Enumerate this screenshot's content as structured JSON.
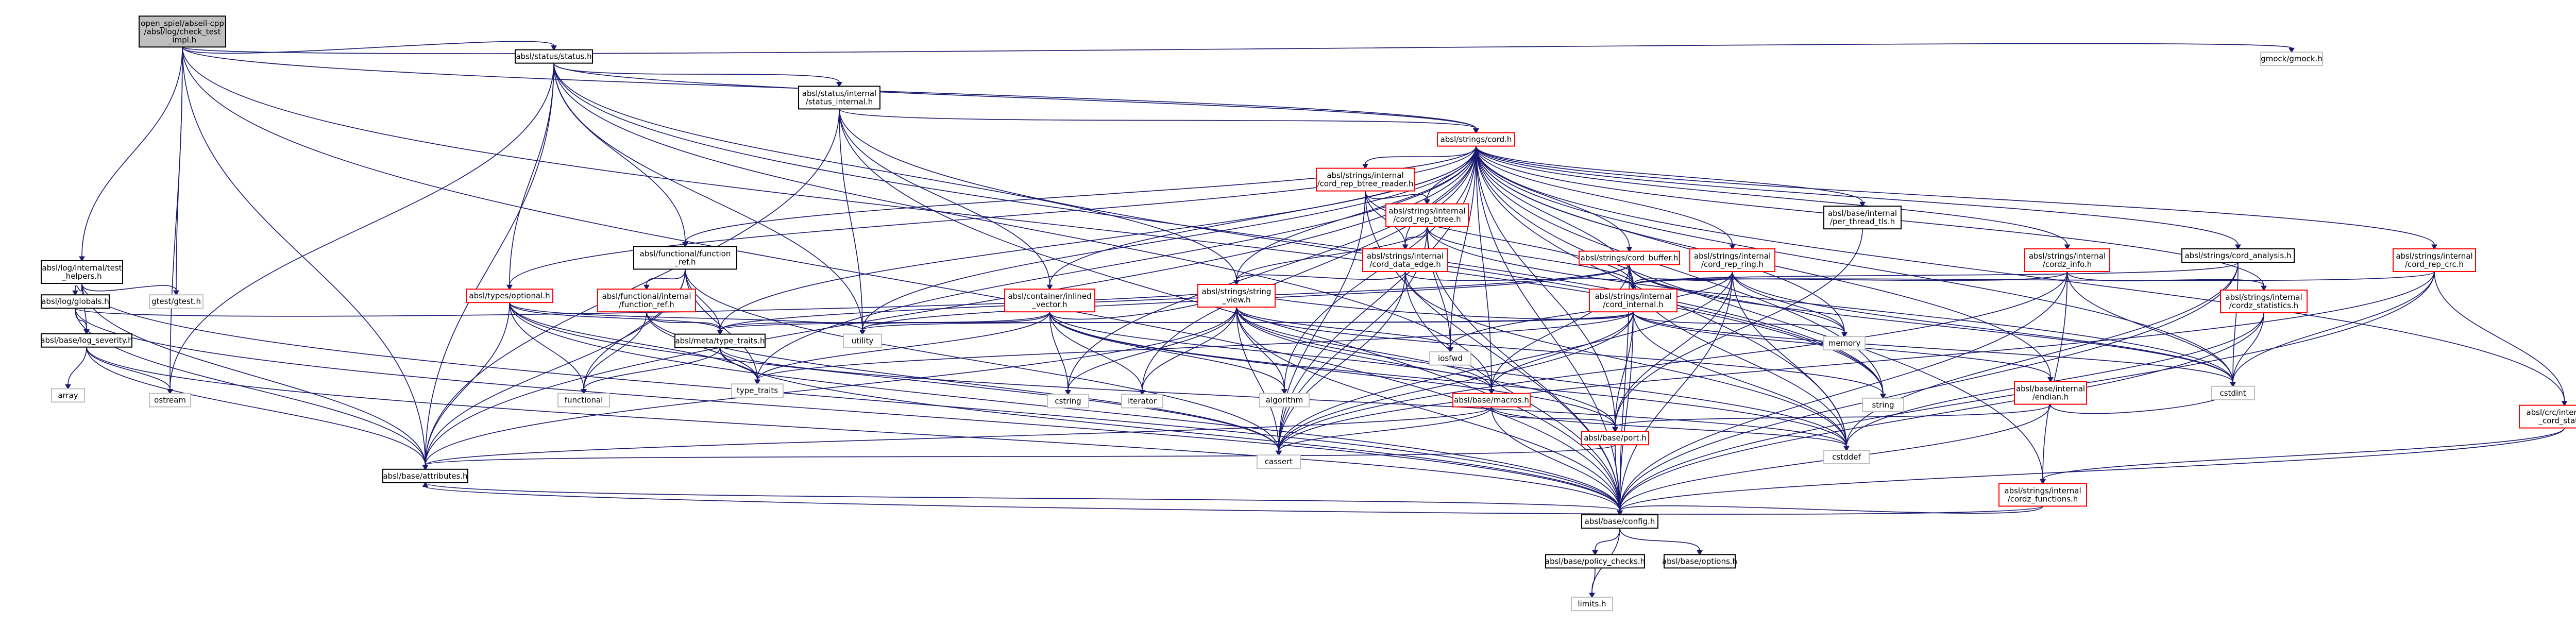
{
  "colors": {
    "edge": "#191970",
    "root_fill": "#bfbfbf",
    "red_border": "#ff0000",
    "black_border": "#000000",
    "external_border": "#bfbfbf"
  },
  "nodes": [
    {
      "id": "root",
      "lines": [
        "open_spiel/abseil-cpp",
        "/absl/log/check_test",
        "_impl.h"
      ],
      "style": "gray"
    },
    {
      "id": "log_internal_test_helpers",
      "lines": [
        "absl/log/internal/test",
        "_helpers.h"
      ],
      "style": "black"
    },
    {
      "id": "log_globals",
      "lines": [
        "absl/log/globals.h"
      ],
      "style": "black"
    },
    {
      "id": "log_severity",
      "lines": [
        "absl/base/log_severity.h"
      ],
      "style": "black"
    },
    {
      "id": "gtest",
      "lines": [
        "gtest/gtest.h"
      ],
      "style": "ext"
    },
    {
      "id": "gmock",
      "lines": [
        "gmock/gmock.h"
      ],
      "style": "ext"
    },
    {
      "id": "status",
      "lines": [
        "absl/status/status.h"
      ],
      "style": "black"
    },
    {
      "id": "status_internal",
      "lines": [
        "absl/status/internal",
        "/status_internal.h"
      ],
      "style": "black"
    },
    {
      "id": "cord",
      "lines": [
        "absl/strings/cord.h"
      ],
      "style": "red"
    },
    {
      "id": "cord_rep_btree_reader",
      "lines": [
        "absl/strings/internal",
        "/cord_rep_btree_reader.h"
      ],
      "style": "red"
    },
    {
      "id": "cord_rep_btree",
      "lines": [
        "absl/strings/internal",
        "/cord_rep_btree.h"
      ],
      "style": "red"
    },
    {
      "id": "cord_data_edge",
      "lines": [
        "absl/strings/internal",
        "/cord_data_edge.h"
      ],
      "style": "red"
    },
    {
      "id": "function_ref",
      "lines": [
        "absl/functional/function",
        "_ref.h"
      ],
      "style": "black"
    },
    {
      "id": "function_ref_internal",
      "lines": [
        "absl/functional/internal",
        "/function_ref.h"
      ],
      "style": "red"
    },
    {
      "id": "optional",
      "lines": [
        "absl/types/optional.h"
      ],
      "style": "red"
    },
    {
      "id": "inlined_vector",
      "lines": [
        "absl/container/inlined",
        "_vector.h"
      ],
      "style": "red"
    },
    {
      "id": "type_traits_meta",
      "lines": [
        "absl/meta/type_traits.h"
      ],
      "style": "black"
    },
    {
      "id": "string_view",
      "lines": [
        "absl/strings/string",
        "_view.h"
      ],
      "style": "red"
    },
    {
      "id": "macros",
      "lines": [
        "absl/base/macros.h"
      ],
      "style": "red"
    },
    {
      "id": "port",
      "lines": [
        "absl/base/port.h"
      ],
      "style": "red"
    },
    {
      "id": "attributes",
      "lines": [
        "absl/base/attributes.h"
      ],
      "style": "black"
    },
    {
      "id": "config",
      "lines": [
        "absl/base/config.h"
      ],
      "style": "black"
    },
    {
      "id": "policy_checks",
      "lines": [
        "absl/base/policy_checks.h"
      ],
      "style": "black"
    },
    {
      "id": "options",
      "lines": [
        "absl/base/options.h"
      ],
      "style": "black"
    },
    {
      "id": "limits",
      "lines": [
        "limits.h"
      ],
      "style": "ext"
    },
    {
      "id": "cord_buffer",
      "lines": [
        "absl/strings/cord_buffer.h"
      ],
      "style": "red"
    },
    {
      "id": "cord_rep_ring",
      "lines": [
        "absl/strings/internal",
        "/cord_rep_ring.h"
      ],
      "style": "red"
    },
    {
      "id": "cord_internal",
      "lines": [
        "absl/strings/internal",
        "/cord_internal.h"
      ],
      "style": "red"
    },
    {
      "id": "per_thread_tls",
      "lines": [
        "absl/base/internal",
        "/per_thread_tls.h"
      ],
      "style": "black"
    },
    {
      "id": "cordz_info",
      "lines": [
        "absl/strings/internal",
        "/cordz_info.h"
      ],
      "style": "red"
    },
    {
      "id": "cord_analysis",
      "lines": [
        "absl/strings/cord_analysis.h"
      ],
      "style": "black"
    },
    {
      "id": "cord_rep_crc",
      "lines": [
        "absl/strings/internal",
        "/cord_rep_crc.h"
      ],
      "style": "red"
    },
    {
      "id": "cordz_statistics",
      "lines": [
        "absl/strings/internal",
        "/cordz_statistics.h"
      ],
      "style": "red"
    },
    {
      "id": "crc_cord_state",
      "lines": [
        "absl/crc/internal/crc",
        "_cord_state.h"
      ],
      "style": "red"
    },
    {
      "id": "endian",
      "lines": [
        "absl/base/internal",
        "/endian.h"
      ],
      "style": "red"
    },
    {
      "id": "cordz_functions",
      "lines": [
        "absl/strings/internal",
        "/cordz_functions.h"
      ],
      "style": "red"
    },
    {
      "id": "array",
      "lines": [
        "array"
      ],
      "style": "ext"
    },
    {
      "id": "ostream",
      "lines": [
        "ostream"
      ],
      "style": "ext"
    },
    {
      "id": "utility",
      "lines": [
        "utility"
      ],
      "style": "ext"
    },
    {
      "id": "functional",
      "lines": [
        "functional"
      ],
      "style": "ext"
    },
    {
      "id": "type_traits",
      "lines": [
        "type_traits"
      ],
      "style": "ext"
    },
    {
      "id": "cstring",
      "lines": [
        "cstring"
      ],
      "style": "ext"
    },
    {
      "id": "iterator",
      "lines": [
        "iterator"
      ],
      "style": "ext"
    },
    {
      "id": "algorithm",
      "lines": [
        "algorithm"
      ],
      "style": "ext"
    },
    {
      "id": "cassert",
      "lines": [
        "cassert"
      ],
      "style": "ext"
    },
    {
      "id": "memory",
      "lines": [
        "memory"
      ],
      "style": "ext"
    },
    {
      "id": "iosfwd",
      "lines": [
        "iosfwd"
      ],
      "style": "ext"
    },
    {
      "id": "string",
      "lines": [
        "string"
      ],
      "style": "ext"
    },
    {
      "id": "cstddef",
      "lines": [
        "cstddef"
      ],
      "style": "ext"
    },
    {
      "id": "cstdint",
      "lines": [
        "cstdint"
      ],
      "style": "ext"
    }
  ],
  "edges": [
    [
      "root",
      "log_internal_test_helpers"
    ],
    [
      "root",
      "gtest"
    ],
    [
      "root",
      "gmock"
    ],
    [
      "root",
      "status"
    ],
    [
      "root",
      "attributes"
    ],
    [
      "root",
      "config"
    ],
    [
      "root",
      "ostream"
    ],
    [
      "root",
      "string"
    ],
    [
      "root",
      "cord"
    ],
    [
      "log_internal_test_helpers",
      "log_globals"
    ],
    [
      "log_internal_test_helpers",
      "log_severity"
    ],
    [
      "log_internal_test_helpers",
      "gtest"
    ],
    [
      "log_internal_test_helpers",
      "attributes"
    ],
    [
      "log_internal_test_helpers",
      "config"
    ],
    [
      "log_globals",
      "log_severity"
    ],
    [
      "log_globals",
      "attributes"
    ],
    [
      "log_globals",
      "string_view"
    ],
    [
      "log_globals",
      "config"
    ],
    [
      "log_severity",
      "array"
    ],
    [
      "log_severity",
      "ostream"
    ],
    [
      "log_severity",
      "attributes"
    ],
    [
      "log_severity",
      "config"
    ],
    [
      "status",
      "status_internal"
    ],
    [
      "status",
      "cord"
    ],
    [
      "status",
      "function_ref"
    ],
    [
      "status",
      "optional"
    ],
    [
      "status",
      "string_view"
    ],
    [
      "status",
      "ostream"
    ],
    [
      "status",
      "utility"
    ],
    [
      "status",
      "string"
    ],
    [
      "status",
      "macros"
    ],
    [
      "status",
      "attributes"
    ],
    [
      "status_internal",
      "cord"
    ],
    [
      "status_internal",
      "inlined_vector"
    ],
    [
      "status_internal",
      "utility"
    ],
    [
      "status_internal",
      "string"
    ],
    [
      "status_internal",
      "attributes"
    ],
    [
      "status_internal",
      "config"
    ],
    [
      "cord",
      "cord_rep_btree_reader"
    ],
    [
      "cord",
      "cord_rep_btree"
    ],
    [
      "cord",
      "cord_data_edge"
    ],
    [
      "cord",
      "function_ref"
    ],
    [
      "cord",
      "optional"
    ],
    [
      "cord",
      "inlined_vector"
    ],
    [
      "cord",
      "type_traits_meta"
    ],
    [
      "cord",
      "string_view"
    ],
    [
      "cord",
      "macros"
    ],
    [
      "cord",
      "port"
    ],
    [
      "cord",
      "attributes"
    ],
    [
      "cord",
      "config"
    ],
    [
      "cord",
      "cord_buffer"
    ],
    [
      "cord",
      "cord_rep_ring"
    ],
    [
      "cord",
      "cord_internal"
    ],
    [
      "cord",
      "per_thread_tls"
    ],
    [
      "cord",
      "cordz_info"
    ],
    [
      "cord",
      "cord_analysis"
    ],
    [
      "cord",
      "cord_rep_crc"
    ],
    [
      "cord",
      "cordz_statistics"
    ],
    [
      "cord",
      "crc_cord_state"
    ],
    [
      "cord",
      "endian"
    ],
    [
      "cord",
      "cordz_functions"
    ],
    [
      "cord",
      "cstring"
    ],
    [
      "cord",
      "iterator"
    ],
    [
      "cord",
      "algorithm"
    ],
    [
      "cord",
      "cassert"
    ],
    [
      "cord",
      "memory"
    ],
    [
      "cord",
      "iosfwd"
    ],
    [
      "cord",
      "string"
    ],
    [
      "cord",
      "cstddef"
    ],
    [
      "cord",
      "cstdint"
    ],
    [
      "cord",
      "type_traits"
    ],
    [
      "cord",
      "utility"
    ],
    [
      "cord_rep_btree_reader",
      "cord_rep_btree"
    ],
    [
      "cord_rep_btree_reader",
      "cord_data_edge"
    ],
    [
      "cord_rep_btree_reader",
      "cord_internal"
    ],
    [
      "cord_rep_btree_reader",
      "cassert"
    ],
    [
      "cord_rep_btree_reader",
      "config"
    ],
    [
      "cord_rep_btree",
      "cord_data_edge"
    ],
    [
      "cord_rep_btree",
      "cord_internal"
    ],
    [
      "cord_rep_btree",
      "string_view"
    ],
    [
      "cord_rep_btree",
      "cassert"
    ],
    [
      "cord_rep_btree",
      "cstdint"
    ],
    [
      "cord_rep_btree",
      "iosfwd"
    ],
    [
      "cord_rep_btree",
      "config"
    ],
    [
      "cord_data_edge",
      "cord_internal"
    ],
    [
      "cord_data_edge",
      "string_view"
    ],
    [
      "cord_data_edge",
      "cassert"
    ],
    [
      "cord_data_edge",
      "cstddef"
    ],
    [
      "cord_data_edge",
      "config"
    ],
    [
      "function_ref",
      "function_ref_internal"
    ],
    [
      "function_ref",
      "type_traits_meta"
    ],
    [
      "function_ref",
      "functional"
    ],
    [
      "function_ref",
      "type_traits"
    ],
    [
      "function_ref",
      "cassert"
    ],
    [
      "function_ref",
      "attributes"
    ],
    [
      "function_ref_internal",
      "type_traits_meta"
    ],
    [
      "function_ref_internal",
      "functional"
    ],
    [
      "function_ref_internal",
      "type_traits"
    ],
    [
      "function_ref_internal",
      "cassert"
    ],
    [
      "optional",
      "type_traits_meta"
    ],
    [
      "optional",
      "utility"
    ],
    [
      "optional",
      "functional"
    ],
    [
      "optional",
      "type_traits"
    ],
    [
      "optional",
      "attributes"
    ],
    [
      "optional",
      "config"
    ],
    [
      "optional",
      "cassert"
    ],
    [
      "inlined_vector",
      "type_traits_meta"
    ],
    [
      "inlined_vector",
      "string_view"
    ],
    [
      "inlined_vector",
      "algorithm"
    ],
    [
      "inlined_vector",
      "cstring"
    ],
    [
      "inlined_vector",
      "iterator"
    ],
    [
      "inlined_vector",
      "type_traits"
    ],
    [
      "inlined_vector",
      "utility"
    ],
    [
      "inlined_vector",
      "cstddef"
    ],
    [
      "inlined_vector",
      "macros"
    ],
    [
      "inlined_vector",
      "port"
    ],
    [
      "type_traits_meta",
      "type_traits"
    ],
    [
      "type_traits_meta",
      "functional"
    ],
    [
      "type_traits_meta",
      "cstddef"
    ],
    [
      "type_traits_meta",
      "config"
    ],
    [
      "string_view",
      "macros"
    ],
    [
      "string_view",
      "port"
    ],
    [
      "string_view",
      "attributes"
    ],
    [
      "string_view",
      "config"
    ],
    [
      "string_view",
      "algorithm"
    ],
    [
      "string_view",
      "cassert"
    ],
    [
      "string_view",
      "cstring"
    ],
    [
      "string_view",
      "iterator"
    ],
    [
      "string_view",
      "iosfwd"
    ],
    [
      "string_view",
      "string"
    ],
    [
      "string_view",
      "cstddef"
    ],
    [
      "macros",
      "port"
    ],
    [
      "macros",
      "cassert"
    ],
    [
      "macros",
      "cstddef"
    ],
    [
      "macros",
      "attributes"
    ],
    [
      "macros",
      "config"
    ],
    [
      "port",
      "attributes"
    ],
    [
      "port",
      "config"
    ],
    [
      "attributes",
      "config"
    ],
    [
      "config",
      "policy_checks"
    ],
    [
      "config",
      "options"
    ],
    [
      "config",
      "limits"
    ],
    [
      "policy_checks",
      "limits"
    ],
    [
      "cord_buffer",
      "cord_internal"
    ],
    [
      "cord_buffer",
      "cstddef"
    ],
    [
      "cord_buffer",
      "cstdint"
    ],
    [
      "cord_buffer",
      "memory"
    ],
    [
      "cord_buffer",
      "utility"
    ],
    [
      "cord_buffer",
      "config"
    ],
    [
      "cord_buffer",
      "macros"
    ],
    [
      "cord_buffer",
      "type_traits_meta"
    ],
    [
      "cord_rep_ring",
      "cord_internal"
    ],
    [
      "cord_rep_ring",
      "cassert"
    ],
    [
      "cord_rep_ring",
      "cstddef"
    ],
    [
      "cord_rep_ring",
      "cstdint"
    ],
    [
      "cord_rep_ring",
      "iosfwd"
    ],
    [
      "cord_rep_ring",
      "memory"
    ],
    [
      "cord_rep_ring",
      "config"
    ],
    [
      "cord_rep_ring",
      "port"
    ],
    [
      "cord_internal",
      "endian"
    ],
    [
      "cord_internal",
      "string_view"
    ],
    [
      "cord_internal",
      "macros"
    ],
    [
      "cord_internal",
      "type_traits_meta"
    ],
    [
      "cord_internal",
      "config"
    ],
    [
      "cord_internal",
      "cassert"
    ],
    [
      "cord_internal",
      "cstddef"
    ],
    [
      "cord_internal",
      "cstdint"
    ],
    [
      "cord_internal",
      "type_traits"
    ],
    [
      "cord_internal",
      "memory"
    ],
    [
      "cord_internal",
      "port"
    ],
    [
      "cord_internal",
      "utility"
    ],
    [
      "per_thread_tls",
      "port"
    ],
    [
      "cordz_info",
      "cord_internal"
    ],
    [
      "cordz_info",
      "cordz_statistics"
    ],
    [
      "cordz_info",
      "cordz_functions"
    ],
    [
      "cordz_info",
      "config"
    ],
    [
      "cordz_info",
      "cstdint"
    ],
    [
      "cordz_info",
      "cassert"
    ],
    [
      "cord_analysis",
      "cord_internal"
    ],
    [
      "cord_analysis",
      "cstddef"
    ],
    [
      "cord_analysis",
      "cstdint"
    ],
    [
      "cord_analysis",
      "config"
    ],
    [
      "cord_rep_crc",
      "cord_internal"
    ],
    [
      "cord_rep_crc",
      "crc_cord_state"
    ],
    [
      "cord_rep_crc",
      "cassert"
    ],
    [
      "cord_rep_crc",
      "cstdint"
    ],
    [
      "cord_rep_crc",
      "config"
    ],
    [
      "cordz_statistics",
      "cstdint"
    ],
    [
      "cordz_statistics",
      "cstddef"
    ],
    [
      "cordz_statistics",
      "config"
    ],
    [
      "crc_cord_state",
      "cordz_functions"
    ],
    [
      "crc_cord_state",
      "config"
    ],
    [
      "endian",
      "cstdint"
    ],
    [
      "endian",
      "port"
    ],
    [
      "endian",
      "config"
    ],
    [
      "cordz_functions",
      "attributes"
    ],
    [
      "cordz_functions",
      "config"
    ]
  ]
}
